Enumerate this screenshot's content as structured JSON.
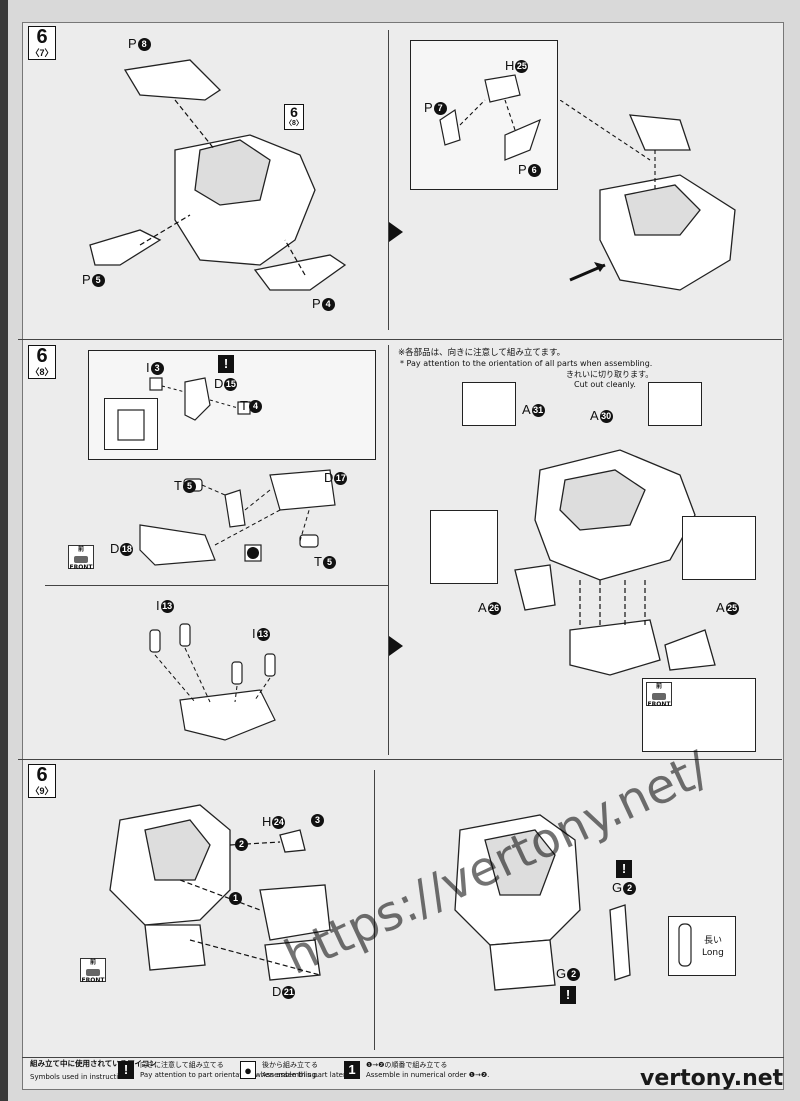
{
  "steps": [
    {
      "number": "6",
      "sub": "〈7〉"
    },
    {
      "number": "6",
      "sub": "〈8〉"
    },
    {
      "number": "6",
      "sub": "〈9〉"
    }
  ],
  "step1": {
    "labels": [
      {
        "t": "P",
        "n": "8"
      },
      {
        "t": "P",
        "n": "5"
      },
      {
        "t": "P",
        "n": "4"
      },
      {
        "t": "H",
        "n": "25"
      },
      {
        "t": "P",
        "n": "7"
      },
      {
        "t": "P",
        "n": "6"
      }
    ],
    "ref": {
      "number": "6",
      "sub": "〈8〉"
    }
  },
  "step2": {
    "labels": [
      {
        "t": "I",
        "n": "3"
      },
      {
        "t": "D",
        "n": "15"
      },
      {
        "t": "T",
        "n": "4"
      },
      {
        "t": "T",
        "n": "5"
      },
      {
        "t": "D",
        "n": "17"
      },
      {
        "t": "D",
        "n": "18"
      },
      {
        "t": "T",
        "n": "5"
      },
      {
        "t": "I",
        "n": "13"
      },
      {
        "t": "I",
        "n": "13"
      },
      {
        "t": "A",
        "n": "31"
      },
      {
        "t": "A",
        "n": "30"
      },
      {
        "t": "A",
        "n": "26"
      },
      {
        "t": "A",
        "n": "25"
      }
    ],
    "note_jp": "※各部品は、向きに注意して組み立てます。",
    "note_en": "* Pay attention to the orientation of all parts when assembling.",
    "cut_jp": "きれいに切り取ります。",
    "cut_en": "Cut out cleanly.",
    "front_jp": "前",
    "front_en": "FRONT"
  },
  "step3": {
    "labels": [
      {
        "t": "H",
        "n": "24"
      },
      {
        "t": "D",
        "n": "21"
      },
      {
        "t": "G",
        "n": "2"
      },
      {
        "t": "G",
        "n": "2"
      }
    ],
    "order": [
      "1",
      "2",
      "3"
    ],
    "long_jp": "長い",
    "long_en": "Long",
    "front_jp": "前",
    "front_en": "FRONT"
  },
  "warning_mark": "!",
  "legend": {
    "title_jp": "組み立て中に使用されているアイコン",
    "title_en": "Symbols used in instructions",
    "items": [
      {
        "icon": "!",
        "jp": "向きに注意して組み立てる",
        "en": "Pay attention to part orientation when assembling."
      },
      {
        "icon": "●",
        "jp": "後から組み立てる",
        "en": "Assemble this part later."
      },
      {
        "icon": "1",
        "jp": "❶→❷の順番で組み立てる",
        "en": "Assemble in numerical order ❶→❷."
      }
    ]
  },
  "watermark": "https://vertony.net/",
  "brand": "vertony.net"
}
